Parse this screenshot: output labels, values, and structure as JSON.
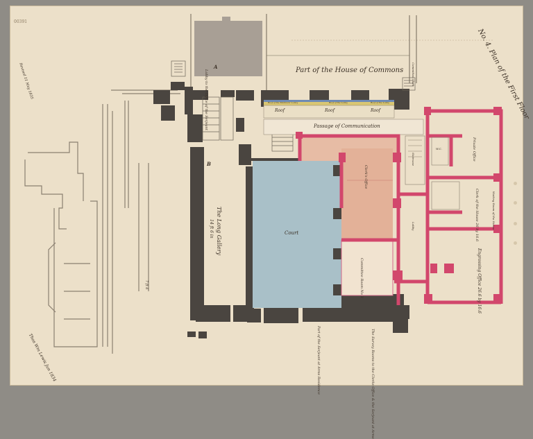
{
  "sheet_number": "00391",
  "title": "No. 4. Plan of the First Floor",
  "labels": {
    "commons": "Part of the House of Commons",
    "passage": "Passage of Communication",
    "court": "Court",
    "long_gallery": "The Long Gallery",
    "long_gallery_dims": "14 ft 6 in",
    "b_letter": "B",
    "a_letter": "A",
    "lobby_a": "Lobby to the Office of the Serjeant",
    "roofs": [
      "Roof",
      "Roof",
      "Roof"
    ],
    "window_labels": [
      "Roof of the Members' Lobby",
      "Roof of the Lobby",
      "Roof of the Lobby"
    ],
    "stair_label": "Staircase",
    "clerks_office": "Clerk's Office",
    "committee_room": "Committee Room No 3",
    "committee_clerk": "Committee Clerk",
    "private_office": "Private Office",
    "clerk_of_house": "Clerk of the House 26 by 16.6",
    "engrossing": "Engrossing Office 26.6 by 16.6",
    "waiting": "Waiting Room of the House",
    "water_closet": "W.C.",
    "lobby": "Lobby",
    "note_left": "Part of the Serjeant at Arms Residence",
    "note_right": "The Survey Rooms to the Clerks Office & the Serjeant at Arms",
    "dimension_side": "7 ft 6",
    "left_sign": "Thos Wm Lewis Jun 1834",
    "left_vertical_note": "Revised 11 May 1835"
  }
}
